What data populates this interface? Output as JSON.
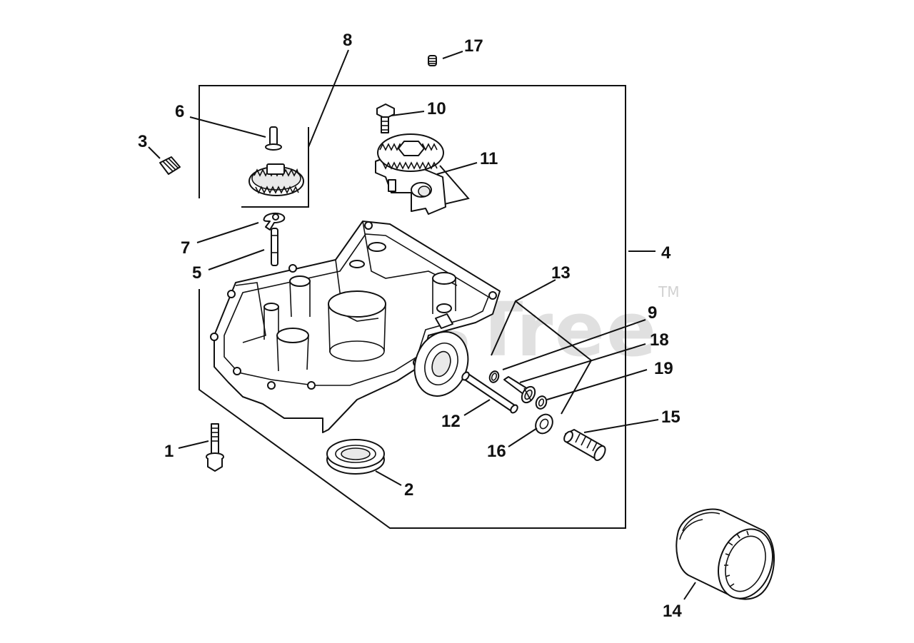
{
  "callouts": [
    {
      "id": "1",
      "label": "1"
    },
    {
      "id": "2",
      "label": "2"
    },
    {
      "id": "3",
      "label": "3"
    },
    {
      "id": "4",
      "label": "4"
    },
    {
      "id": "5",
      "label": "5"
    },
    {
      "id": "6",
      "label": "6"
    },
    {
      "id": "7",
      "label": "7"
    },
    {
      "id": "8",
      "label": "8"
    },
    {
      "id": "9",
      "label": "9"
    },
    {
      "id": "10",
      "label": "10"
    },
    {
      "id": "11",
      "label": "11"
    },
    {
      "id": "12",
      "label": "12"
    },
    {
      "id": "13",
      "label": "13"
    },
    {
      "id": "14",
      "label": "14"
    },
    {
      "id": "15",
      "label": "15"
    },
    {
      "id": "16",
      "label": "16"
    },
    {
      "id": "17",
      "label": "17"
    },
    {
      "id": "18",
      "label": "18"
    },
    {
      "id": "19",
      "label": "19"
    }
  ],
  "watermark": {
    "text": "PartsTree",
    "trademark": "TM"
  }
}
